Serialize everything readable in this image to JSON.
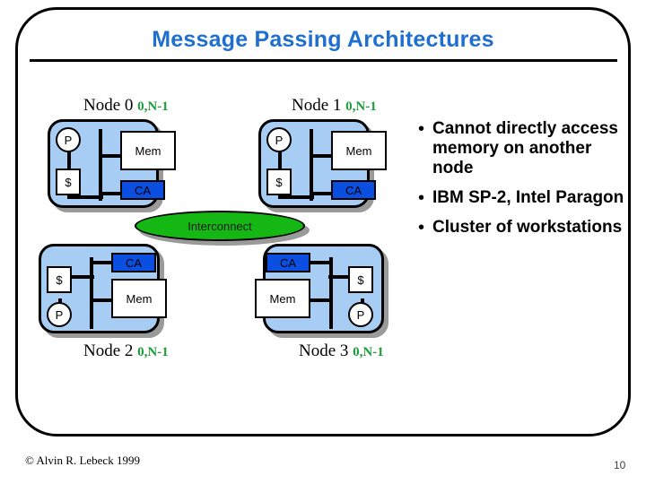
{
  "slide": {
    "title": "Message Passing Architectures",
    "copyright": "© Alvin R. Lebeck 1999",
    "page_number": "10",
    "title_color": "#1f6fd0",
    "accent_green": "#1f9b3c"
  },
  "diagram": {
    "interconnect_label": "Interconnect",
    "interconnect_color": "#14b714",
    "node_fill": "#a8cdf4",
    "ca_fill": "#0b4fe0",
    "unit_labels": {
      "processor": "P",
      "cache": "$",
      "memory": "Mem",
      "comm_assist": "CA"
    },
    "nodes": [
      {
        "name": "Node 0",
        "range": "0,N-1"
      },
      {
        "name": "Node 1",
        "range": "0,N-1"
      },
      {
        "name": "Node 2",
        "range": "0,N-1"
      },
      {
        "name": "Node 3",
        "range": "0,N-1"
      }
    ]
  },
  "bullets": [
    {
      "marker": "•",
      "text": "Cannot directly access memory on another node"
    },
    {
      "marker": "•",
      "text": "IBM SP-2, Intel Paragon"
    },
    {
      "marker": "•",
      "text": "Cluster of workstations"
    }
  ]
}
